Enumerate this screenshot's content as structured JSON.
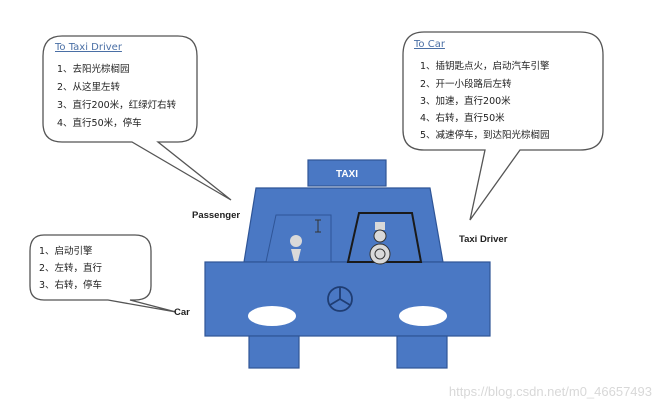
{
  "bubbles": {
    "taxi_driver": {
      "title": "To Taxi Driver",
      "lines": [
        "1、去阳光棕榈园",
        "2、从这里左转",
        "3、直行200米，红绿灯右转",
        "4、直行50米，停车"
      ]
    },
    "car": {
      "title": "To Car",
      "lines": [
        "1、插钥匙点火，启动汽车引擎",
        "2、开一小段路后左转",
        "3、加速，直行200米",
        "4、右转，直行50米",
        "5、减速停车，到达阳光棕榈园"
      ]
    },
    "small": {
      "lines": [
        "1、启动引擎",
        "2、左转，直行",
        "3、右转，停车"
      ]
    }
  },
  "labels": {
    "passenger": "Passenger",
    "taxi_driver": "Taxi Driver",
    "car": "Car",
    "taxi_sign": "TAXI"
  },
  "watermark": "https://blog.csdn.net/m0_46657493",
  "colors": {
    "car_body": "#4a78c4",
    "car_outline": "#2f5597",
    "bubble_border": "#555555"
  }
}
